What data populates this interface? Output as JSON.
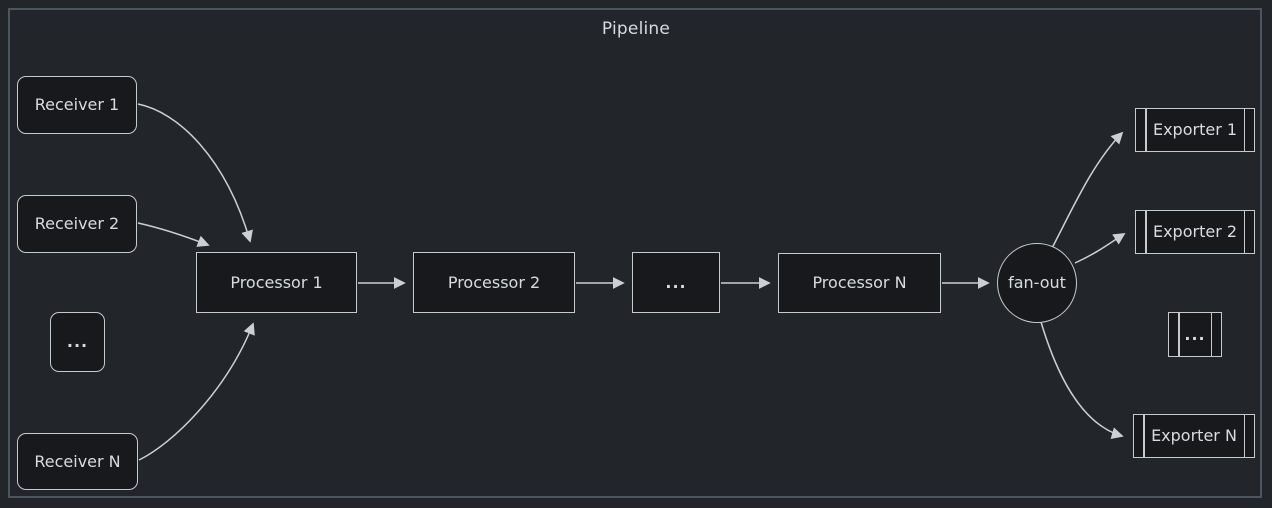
{
  "diagram": {
    "title": "Pipeline",
    "type": "flow-left-to-right",
    "colors": {
      "canvas_background": "#22262a",
      "container_border": "#4e555b",
      "node_fill": "#17191d",
      "node_border": "#c7cacd",
      "edge_stroke": "#ccd0d3",
      "text": "#d9dcdf"
    },
    "nodes": {
      "receiver1": {
        "label": "Receiver 1",
        "shape": "rounded-rect"
      },
      "receiver2": {
        "label": "Receiver 2",
        "shape": "rounded-rect"
      },
      "receiverDots": {
        "label": "...",
        "shape": "rounded-rect"
      },
      "receiverN": {
        "label": "Receiver N",
        "shape": "rounded-rect"
      },
      "processor1": {
        "label": "Processor 1",
        "shape": "rect"
      },
      "processor2": {
        "label": "Processor 2",
        "shape": "rect"
      },
      "processorDots": {
        "label": "...",
        "shape": "rect"
      },
      "processorN": {
        "label": "Processor N",
        "shape": "rect"
      },
      "fanout": {
        "label": "fan-out",
        "shape": "circle"
      },
      "exporter1": {
        "label": "Exporter 1",
        "shape": "subroutine"
      },
      "exporter2": {
        "label": "Exporter 2",
        "shape": "subroutine"
      },
      "exporterDots": {
        "label": "...",
        "shape": "subroutine"
      },
      "exporterN": {
        "label": "Exporter N",
        "shape": "subroutine"
      }
    },
    "edges": [
      {
        "from": "Receiver 1",
        "to": "Processor 1"
      },
      {
        "from": "Receiver 2",
        "to": "Processor 1"
      },
      {
        "from": "Receiver N",
        "to": "Processor 1"
      },
      {
        "from": "Processor 1",
        "to": "Processor 2"
      },
      {
        "from": "Processor 2",
        "to": "..."
      },
      {
        "from": "...",
        "to": "Processor N"
      },
      {
        "from": "Processor N",
        "to": "fan-out"
      },
      {
        "from": "fan-out",
        "to": "Exporter 1"
      },
      {
        "from": "fan-out",
        "to": "Exporter 2"
      },
      {
        "from": "fan-out",
        "to": "Exporter N"
      }
    ]
  }
}
